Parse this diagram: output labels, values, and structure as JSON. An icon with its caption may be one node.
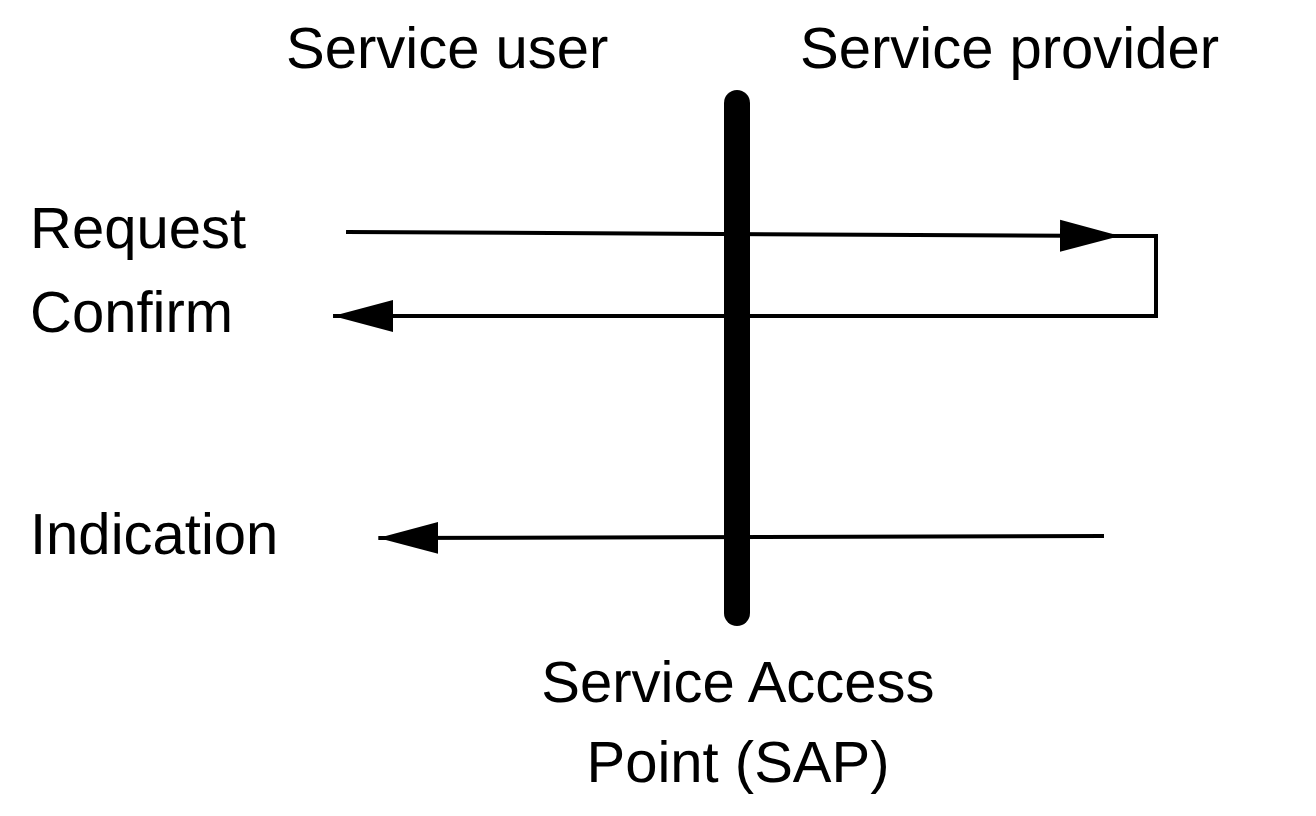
{
  "diagram": {
    "nodes": [
      {
        "text": [
          "Request"
        ]
      },
      {
        "text": [
          "Confirm"
        ]
      },
      {
        "text": [
          "Indication"
        ]
      }
    ],
    "edges": [
      {
        "from": 0,
        "to": null,
        "arrow": "to"
      },
      {
        "from": null,
        "to": 1,
        "arrow": "to"
      },
      {
        "from": null,
        "to": 2,
        "arrow": "to"
      }
    ],
    "labels": [
      "Service user",
      "Service provider",
      "Service Access Point (SAP)"
    ]
  }
}
